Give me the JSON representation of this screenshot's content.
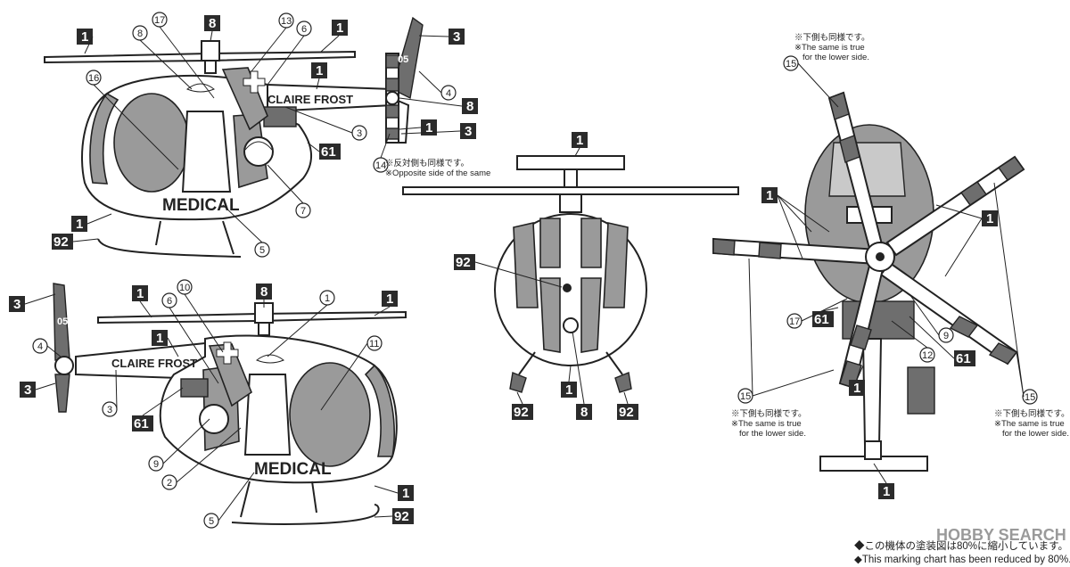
{
  "decals": {
    "claire_frost": "CLAIRE FROST",
    "medical": "MEDICAL",
    "tail_number": "05"
  },
  "notes": {
    "opposite_jp": "※反対側も同様です。",
    "opposite_en": "※Opposite side of the same",
    "lower_jp": "※下側も同様です。",
    "lower_en_1": "※The same is true",
    "lower_en_2": "for the lower side."
  },
  "footer": {
    "line_jp": "◆この機体の塗装図は80%に縮小しています。",
    "line_en": "◆This marking chart has been reduced by 80%."
  },
  "watermark": "HOBBY SEARCH",
  "colors": {
    "marking_gray": "#9a9a9a",
    "label_box": "#2b2b2b"
  },
  "callouts": {
    "box_1": "1",
    "box_3": "3",
    "box_8": "8",
    "box_61": "61",
    "box_92": "92",
    "c2": "2",
    "c3": "3",
    "c4": "4",
    "c5": "5",
    "c6": "6",
    "c7": "7",
    "c8": "8",
    "c9": "9",
    "c10": "10",
    "c11": "11",
    "c12": "12",
    "c13": "13",
    "c14": "14",
    "c15": "15",
    "c16": "16",
    "c17": "17",
    "c1": "1"
  }
}
